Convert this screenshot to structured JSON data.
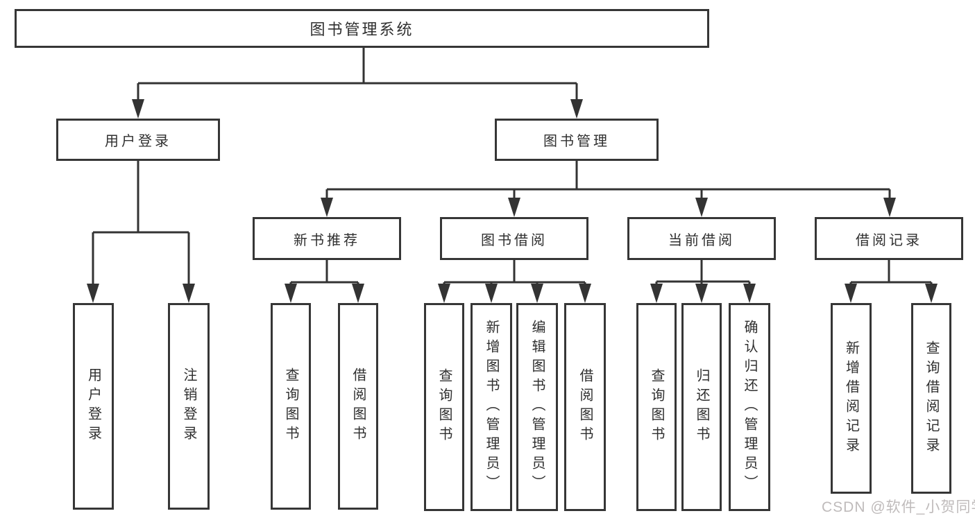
{
  "diagram": {
    "type": "hierarchy",
    "root": {
      "label": "图书管理系统"
    },
    "user_login": {
      "label": "用户登录",
      "children": [
        {
          "label": "用户登录"
        },
        {
          "label": "注销登录"
        }
      ]
    },
    "book_management": {
      "label": "图书管理",
      "groups": [
        {
          "label": "新书推荐",
          "children": [
            {
              "label": "查询图书"
            },
            {
              "label": "借阅图书"
            }
          ]
        },
        {
          "label": "图书借阅",
          "children": [
            {
              "label": "查询图书"
            },
            {
              "label": "新增图书（管理员）"
            },
            {
              "label": "编辑图书（管理员）"
            },
            {
              "label": "借阅图书"
            }
          ]
        },
        {
          "label": "当前借阅",
          "children": [
            {
              "label": "查询图书"
            },
            {
              "label": "归还图书"
            },
            {
              "label": "确认归还（管理员）"
            }
          ]
        },
        {
          "label": "借阅记录",
          "children": [
            {
              "label": "新增借阅记录"
            },
            {
              "label": "查询借阅记录"
            }
          ]
        }
      ]
    }
  },
  "watermark": {
    "text": "CSDN @软件_小贺同学"
  },
  "colors": {
    "background": "#ffffff",
    "line": "#333333",
    "box_border": "#363636",
    "text": "#2f2f2f",
    "watermark": "#bcb7b7"
  }
}
